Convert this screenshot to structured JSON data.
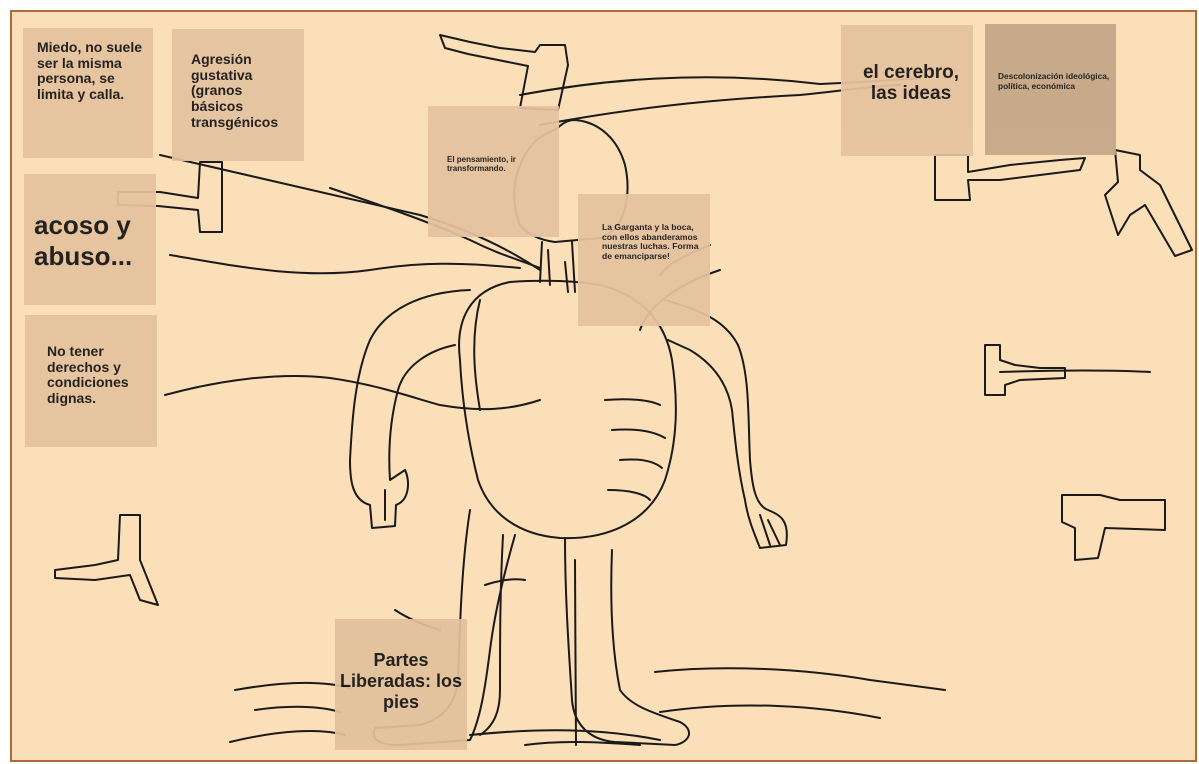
{
  "notes": {
    "miedo": "Miedo, no suele ser la misma persona, se limita y calla.",
    "agresion": "Agresión gustativa (granos básicos transgénicos",
    "acoso": "acoso y abuso...",
    "derechos": "No tener derechos y condiciones dignas.",
    "pensamiento": "El pensamiento, ir transformando.",
    "garganta": "La Garganta y la boca, con ellos abanderamos nuestras luchas. Forma de emanciparse!",
    "cerebro": "el cerebro, las ideas",
    "descolonizacion": "Descolonización ideológica, política, económica",
    "pies": "Partes Liberadas: los pies"
  },
  "colors": {
    "background": "#fbdfb8",
    "frame": "#b06a3a",
    "sticky_note": "#e6c39f",
    "sketch_line": "#1a1a1a",
    "text": "#141414"
  }
}
